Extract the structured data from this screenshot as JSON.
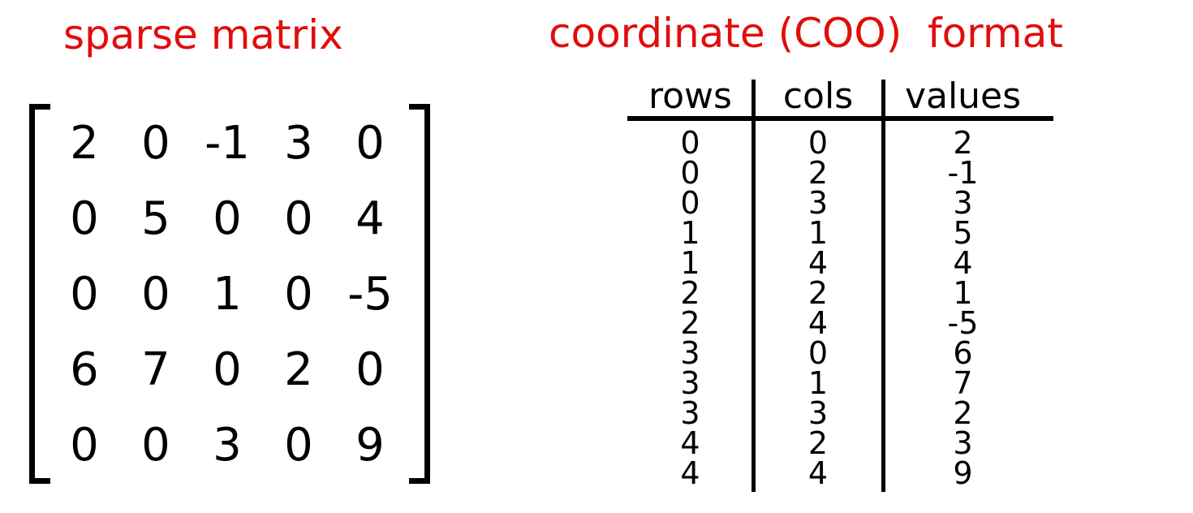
{
  "titles": {
    "matrix": "sparse matrix",
    "coo": "coordinate (COO)  format"
  },
  "colors": {
    "title_red": "#e10d0d",
    "text_black": "#000000",
    "background": "#ffffff"
  },
  "matrix": {
    "rows": 5,
    "cols": 5,
    "cells": [
      [
        "2",
        "0",
        "-1",
        "3",
        "0"
      ],
      [
        "0",
        "5",
        "0",
        "0",
        "4"
      ],
      [
        "0",
        "0",
        "1",
        "0",
        "-5"
      ],
      [
        "6",
        "7",
        "0",
        "2",
        "0"
      ],
      [
        "0",
        "0",
        "3",
        "0",
        "9"
      ]
    ]
  },
  "coo_table": {
    "headers": [
      "rows",
      "cols",
      "values"
    ],
    "rows": [
      "0",
      "0",
      "0",
      "1",
      "1",
      "2",
      "2",
      "3",
      "3",
      "3",
      "4",
      "4"
    ],
    "cols": [
      "0",
      "2",
      "3",
      "1",
      "4",
      "2",
      "4",
      "0",
      "1",
      "3",
      "2",
      "4"
    ],
    "values": [
      "2",
      "-1",
      "3",
      "5",
      "4",
      "1",
      "-5",
      "6",
      "7",
      "2",
      "3",
      "9"
    ],
    "entry_count": 12
  },
  "chart_data": {
    "type": "table",
    "title": "coordinate (COO)  format",
    "columns": [
      "rows",
      "cols",
      "values"
    ],
    "records": [
      {
        "row": 0,
        "col": 0,
        "value": 2
      },
      {
        "row": 0,
        "col": 2,
        "value": -1
      },
      {
        "row": 0,
        "col": 3,
        "value": 3
      },
      {
        "row": 1,
        "col": 1,
        "value": 5
      },
      {
        "row": 1,
        "col": 4,
        "value": 4
      },
      {
        "row": 2,
        "col": 2,
        "value": 1
      },
      {
        "row": 2,
        "col": 4,
        "value": -5
      },
      {
        "row": 3,
        "col": 0,
        "value": 6
      },
      {
        "row": 3,
        "col": 1,
        "value": 7
      },
      {
        "row": 3,
        "col": 3,
        "value": 2
      },
      {
        "row": 4,
        "col": 2,
        "value": 3
      },
      {
        "row": 4,
        "col": 4,
        "value": 9
      }
    ]
  }
}
